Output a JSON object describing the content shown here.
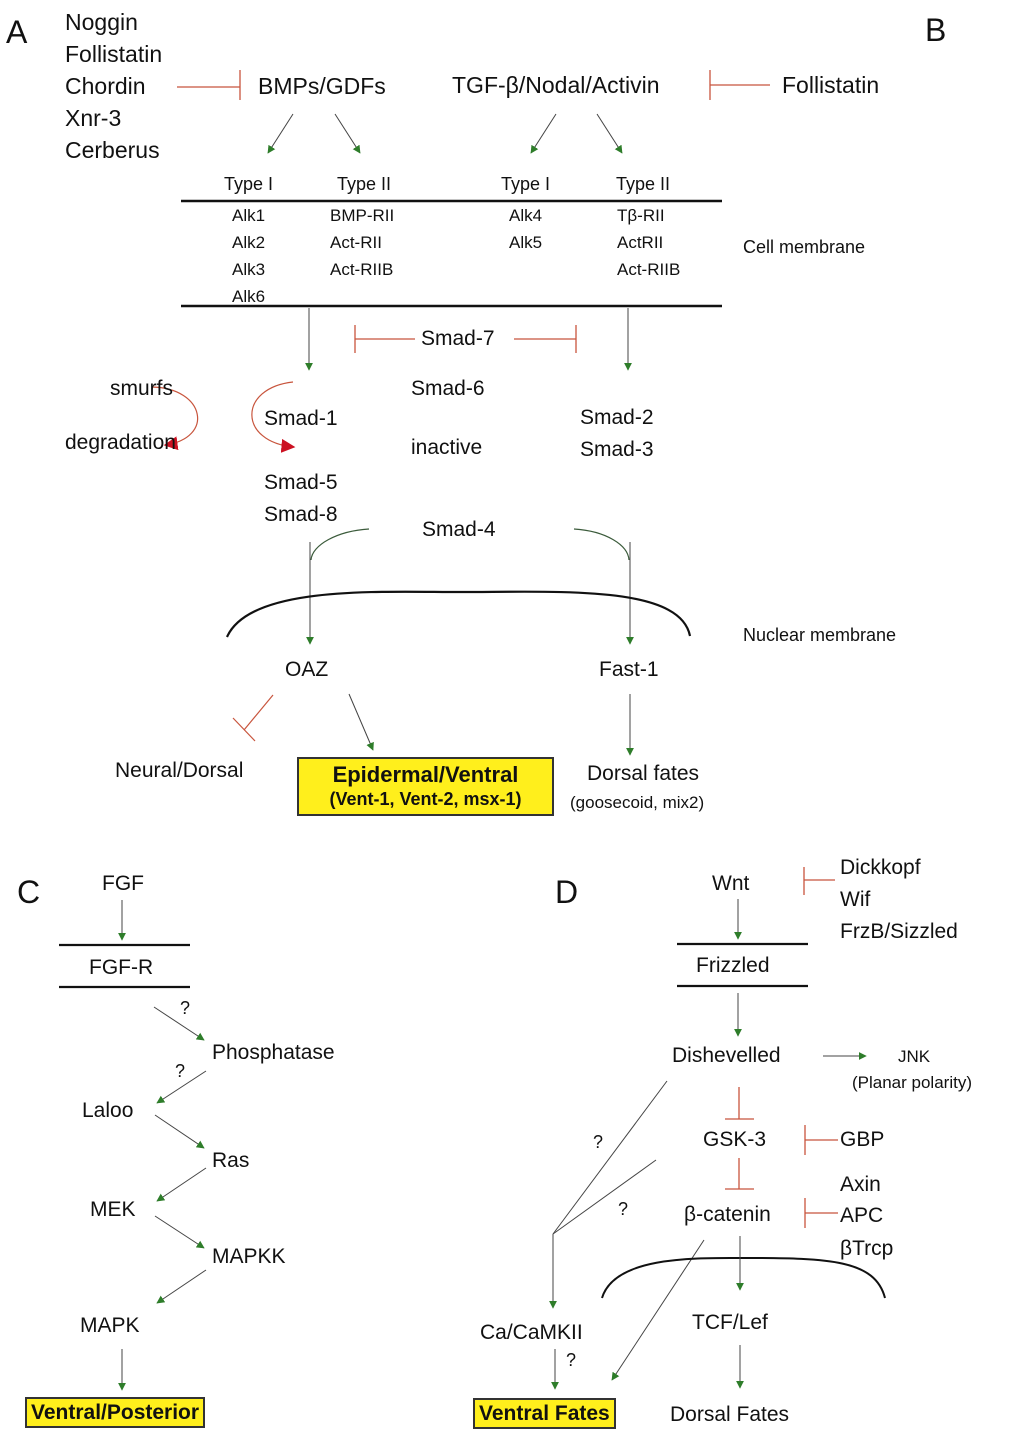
{
  "colors": {
    "activation_arrow": "#2e7d2a",
    "inhibition_line": "#c8553d",
    "degradation_arrow": "#cc1122",
    "highlight_box": "#ffef1c",
    "membrane": "#111111"
  },
  "panels": {
    "A": {
      "label": "A",
      "inhibitors": [
        "Noggin",
        "Follistatin",
        "Chordin",
        "Xnr-3",
        "Cerberus"
      ],
      "ligand": "BMPs/GDFs",
      "receptors": {
        "type1_header": "Type I",
        "type2_header": "Type II",
        "type1": [
          "Alk1",
          "Alk2",
          "Alk3",
          "Alk6"
        ],
        "type2": [
          "BMP-RII",
          "Act-RII",
          "Act-RIIB"
        ]
      },
      "smurfs": "smurfs",
      "degradation": "degradation",
      "smad1": "Smad-1",
      "smad6": "Smad-6",
      "inactive": "inactive",
      "smad5": "Smad-5",
      "smad8": "Smad-8",
      "oaz": "OAZ",
      "neural_dorsal": "Neural/Dorsal",
      "epidermal_ventral": "Epidermal/Ventral",
      "epidermal_targets": "(Vent-1, Vent-2, msx-1)"
    },
    "B": {
      "label": "B",
      "ligand": "TGF-β/Nodal/Activin",
      "inhibitor": "Follistatin",
      "receptors": {
        "type1_header": "Type I",
        "type2_header": "Type II",
        "type1": [
          "Alk4",
          "Alk5"
        ],
        "type2": [
          "Tβ-RII",
          "ActRII",
          "Act-RIIB"
        ]
      },
      "smad2": "Smad-2",
      "smad3": "Smad-3",
      "fast1": "Fast-1",
      "dorsal_fates": "Dorsal fates",
      "dorsal_targets": "(goosecoid, mix2)"
    },
    "shared": {
      "smad7": "Smad-7",
      "smad4": "Smad-4",
      "cell_membrane": "Cell membrane",
      "nuclear_membrane": "Nuclear membrane"
    },
    "C": {
      "label": "C",
      "ligand": "FGF",
      "receptor": "FGF-R",
      "question1": "?",
      "phosphatase": "Phosphatase",
      "question2": "?",
      "laloo": "Laloo",
      "ras": "Ras",
      "mek": "MEK",
      "mapkk": "MAPKK",
      "mapk": "MAPK",
      "outcome": "Ventral/Posterior"
    },
    "D": {
      "label": "D",
      "ligand": "Wnt",
      "inhibitors": [
        "Dickkopf",
        "Wif",
        "FrzB/Sizzled"
      ],
      "receptor": "Frizzled",
      "dishevelled": "Dishevelled",
      "jnk": "JNK",
      "planar_polarity": "(Planar polarity)",
      "gsk3": "GSK-3",
      "gbp": "GBP",
      "beta_catenin": "β-catenin",
      "destruction_complex": [
        "Axin",
        "APC",
        "βTrcp"
      ],
      "question_upper": "?",
      "question_lower": "?",
      "question_camkii": "?",
      "camkii": "Ca/CaMKII",
      "tcf_lef": "TCF/Lef",
      "ventral_fates": "Ventral Fates",
      "dorsal_fates": "Dorsal Fates"
    }
  }
}
